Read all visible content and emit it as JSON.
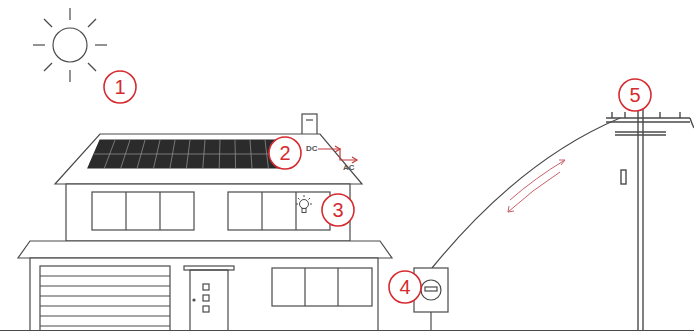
{
  "diagram": {
    "nodes": [
      {
        "text": [
          "1"
        ]
      },
      {
        "text": [
          "2"
        ]
      },
      {
        "text": [
          "3"
        ]
      },
      {
        "text": [
          "4"
        ]
      },
      {
        "text": [
          "5"
        ]
      }
    ],
    "labels": [
      "DC",
      "AC"
    ]
  }
}
